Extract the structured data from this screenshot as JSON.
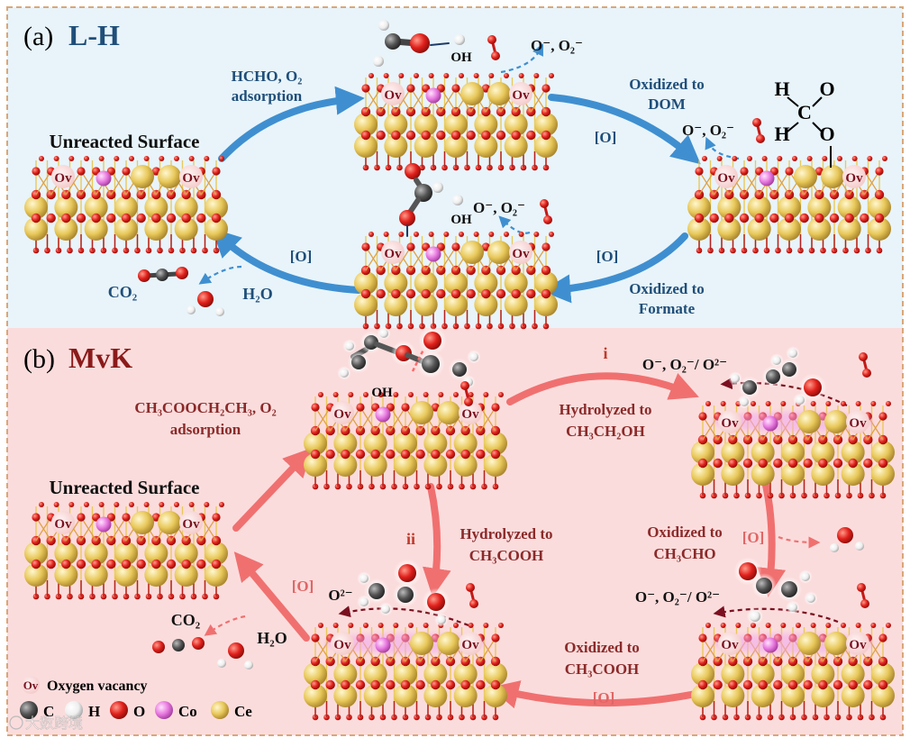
{
  "panel_a": {
    "letter": "(a)",
    "title": "L-H",
    "unreacted": "Unreacted Surface",
    "step1": [
      "HCHO, O₂",
      "adsorption"
    ],
    "step2": [
      "Oxidized to",
      "DOM"
    ],
    "step3": [
      "Oxidized to",
      "Formate"
    ],
    "oxygen_step": "[O]",
    "anions": "O⁻, O₂⁻",
    "products": {
      "co2": "CO₂",
      "h2o": "H₂O"
    },
    "oh": "OH",
    "dom_atoms": {
      "h": "H",
      "c": "C",
      "o": "O"
    }
  },
  "panel_b": {
    "letter": "(b)",
    "title": "MvK",
    "unreacted": "Unreacted Surface",
    "adsorption": [
      "CH₃COOCH₂CH₃, O₂",
      "adsorption"
    ],
    "path_i_label": "i",
    "path_ii_label": "ii",
    "hydro_ethanol": [
      "Hydrolyzed to",
      "CH₃CH₂OH"
    ],
    "hydro_acetic": [
      "Hydrolyzed to",
      "CH₃COOH"
    ],
    "ox_acetaldehyde": [
      "Oxidized to",
      "CH₃CHO"
    ],
    "ox_acetic": [
      "Oxidized to",
      "CH₃COOH"
    ],
    "oxygen_step": "[O]",
    "anions_full": "O⁻, O₂⁻/ O²⁻",
    "anion_o2": "O²⁻",
    "products": {
      "co2": "CO₂",
      "h2o": "H₂O"
    },
    "oh": "OH"
  },
  "site_label": "Ov",
  "legend": {
    "vacancy": "Oxygen vacancy",
    "items": [
      {
        "label": "C",
        "color": "#555555"
      },
      {
        "label": "H",
        "color": "#f2f2f2"
      },
      {
        "label": "O",
        "color": "#e0201b"
      },
      {
        "label": "Co",
        "color": "#e879e0"
      },
      {
        "label": "Ce",
        "color": "#e8c85a"
      }
    ]
  },
  "watermark": "大数跨境",
  "colors": {
    "panel_a_bg": "#e8f4fa",
    "panel_b_bg": "#fbdcdc",
    "arrow_a": "#3f8fd0",
    "arrow_b": "#f07070",
    "title_a": "#1f4e79",
    "title_b": "#8b1a1a",
    "label_a": "#1f4e79",
    "label_b": "#8b2a2a"
  }
}
